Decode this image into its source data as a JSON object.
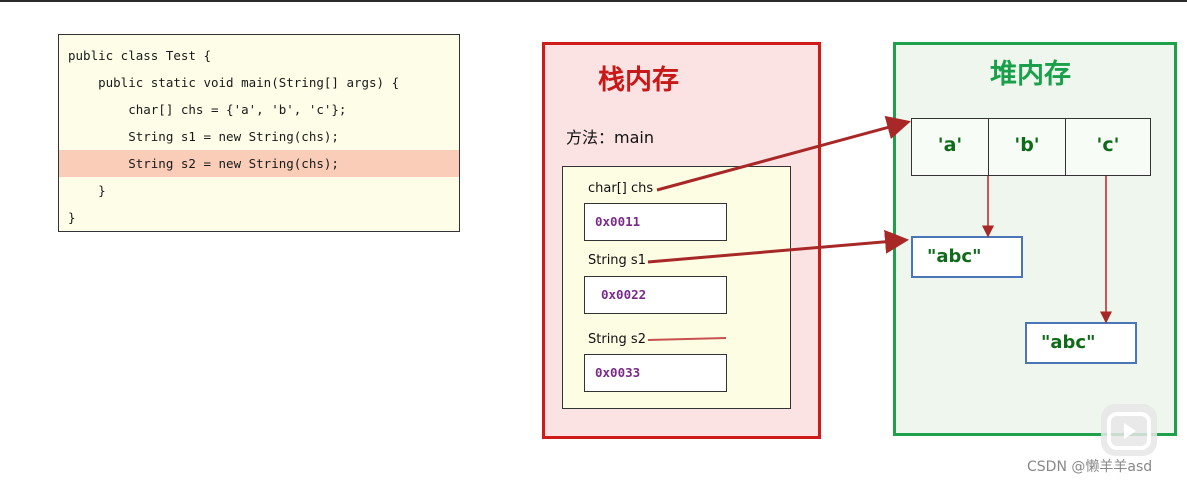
{
  "code": {
    "lines": [
      "public class Test {",
      "    public static void main(String[] args) {",
      "        char[] chs = {'a', 'b', 'c'};",
      "        String s1 = new String(chs);",
      "        String s2 = new String(chs);",
      "    }",
      "}"
    ],
    "highlighted_line": 5
  },
  "stack": {
    "title": "栈内存",
    "method_label": "方法：main",
    "vars": [
      {
        "label": "char[] chs",
        "address": "0x0011"
      },
      {
        "label": "String s1",
        "address": "0x0022"
      },
      {
        "label": "String s2",
        "address": "0x0033"
      }
    ]
  },
  "heap": {
    "title": "堆内存",
    "array_cells": [
      "'a'",
      "'b'",
      "'c'"
    ],
    "strings": [
      "\"abc\"",
      "\"abc\""
    ]
  },
  "colors": {
    "stack_border": "#d01b1b",
    "heap_border": "#1fa04a",
    "arrow": "#a82828",
    "highlight": "#f9cdb8"
  },
  "watermark": "CSDN @懒羊羊asd"
}
